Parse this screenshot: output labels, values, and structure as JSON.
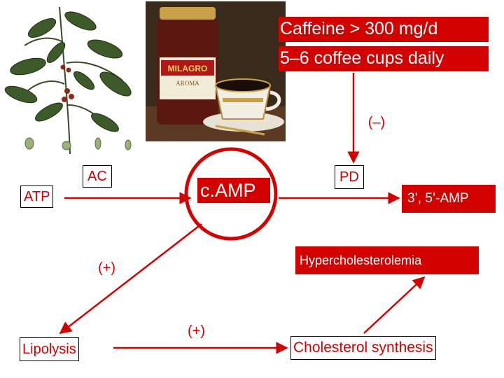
{
  "caffeine_note": {
    "line1": "Caffeine > 300 mg/d",
    "line2": "5–6 coffee cups daily"
  },
  "product": {
    "brand": "MILAGRO",
    "subtitle": "AROMA"
  },
  "pathway": {
    "atp": "ATP",
    "ac": "AC",
    "camp": "c.AMP",
    "pd": "PD",
    "inhibition": "(–)",
    "amp": "3’, 5’-AMP",
    "plus_left": "(+)",
    "plus_bottom": "(+)",
    "hypercholesterolemia": "Hypercholesterolemia",
    "lipolysis": "Lipolysis",
    "cholesterol_synthesis": "Cholesterol synthesis"
  },
  "colors": {
    "accent": "#d30000",
    "arrow": "#d30000",
    "text_on_accent": "#ffffff"
  }
}
